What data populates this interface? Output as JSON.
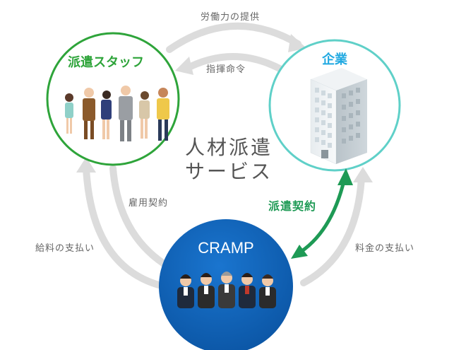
{
  "nodes": {
    "staff": {
      "title": "派遣スタッフ"
    },
    "company": {
      "title": "企業"
    },
    "cramp": {
      "title": "CRAMP"
    }
  },
  "flows": {
    "labor_provision": "労働力の提供",
    "directive": "指揮命令",
    "employment_contract": "雇用契約",
    "salary_payment": "給料の支払い",
    "fee_payment": "料金の支払い",
    "dispatch_contract": "派遣契約"
  },
  "center": {
    "line1": "人材派遣",
    "line2": "サービス"
  },
  "colors": {
    "staff_accent": "#2ea43a",
    "company_accent": "#21a9e1",
    "cramp_fill": "#0f63b8",
    "contract_arrow": "#1e9a55",
    "flow_arrow": "#d9d9d9",
    "label_text": "#666666"
  }
}
